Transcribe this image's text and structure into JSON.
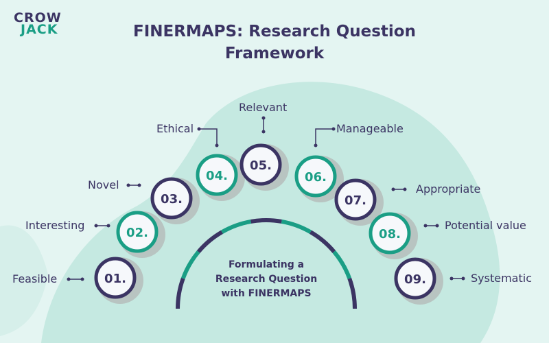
{
  "logo": {
    "line1": "CROW",
    "line2": "JACK"
  },
  "title": {
    "line1": "FINERMAPS: Research Question",
    "line2": "Framework"
  },
  "center": {
    "line1": "Formulating a",
    "line2": "Research Question",
    "line3": "with FINERMAPS"
  },
  "colors": {
    "navy": "#3b3463",
    "teal": "#1a9e85",
    "background": "#e4f5f2",
    "blob": "#c5e9e1"
  },
  "items": [
    {
      "number": "01.",
      "label": "Feasible",
      "color": "navy"
    },
    {
      "number": "02.",
      "label": "Interesting",
      "color": "teal"
    },
    {
      "number": "03.",
      "label": "Novel",
      "color": "navy"
    },
    {
      "number": "04.",
      "label": "Ethical",
      "color": "teal"
    },
    {
      "number": "05.",
      "label": "Relevant",
      "color": "navy"
    },
    {
      "number": "06.",
      "label": "Manageable",
      "color": "teal"
    },
    {
      "number": "07.",
      "label": "Appropriate",
      "color": "navy"
    },
    {
      "number": "08.",
      "label": "Potential value",
      "color": "teal"
    },
    {
      "number": "09.",
      "label": "Systematic",
      "color": "navy"
    }
  ]
}
